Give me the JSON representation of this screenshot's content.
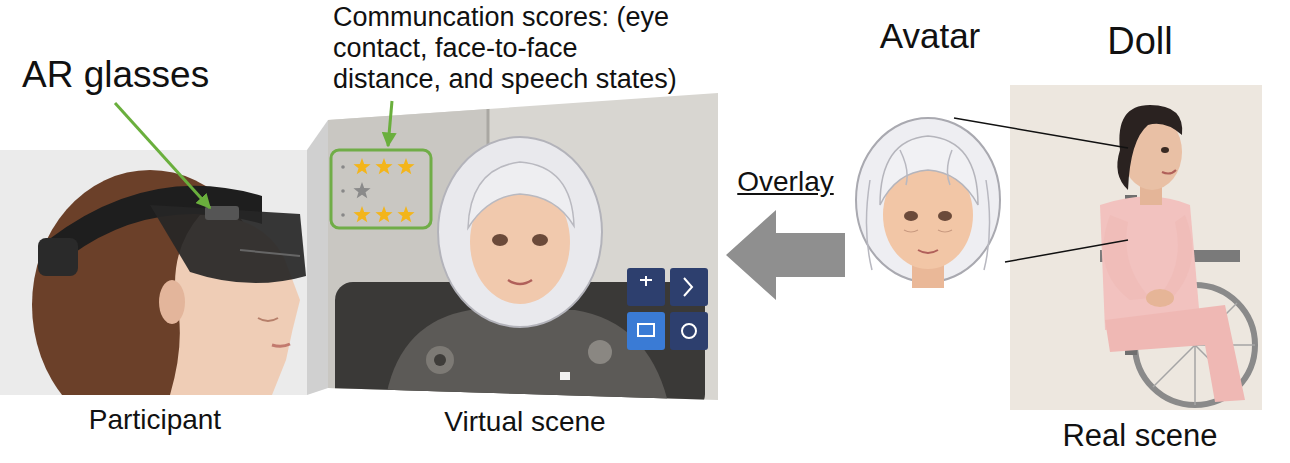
{
  "diagram": {
    "nodes": [
      {
        "text": [
          "Participant"
        ]
      },
      {
        "text": [
          "Virtual scene"
        ]
      },
      {
        "text": [
          "Avatar"
        ]
      },
      {
        "text": [
          "Doll",
          "Real scene"
        ]
      }
    ],
    "edges": [
      {
        "from": 2,
        "to": 1,
        "arrow": "to",
        "label": "Overlay"
      },
      {
        "from": 2,
        "to": 3,
        "arrow": "none"
      },
      {
        "from": 2,
        "to": 3,
        "arrow": "none"
      }
    ],
    "labels": [
      "AR glasses",
      "Communcation scores: (eye contact, face-to-face distance, and speech states)"
    ]
  }
}
